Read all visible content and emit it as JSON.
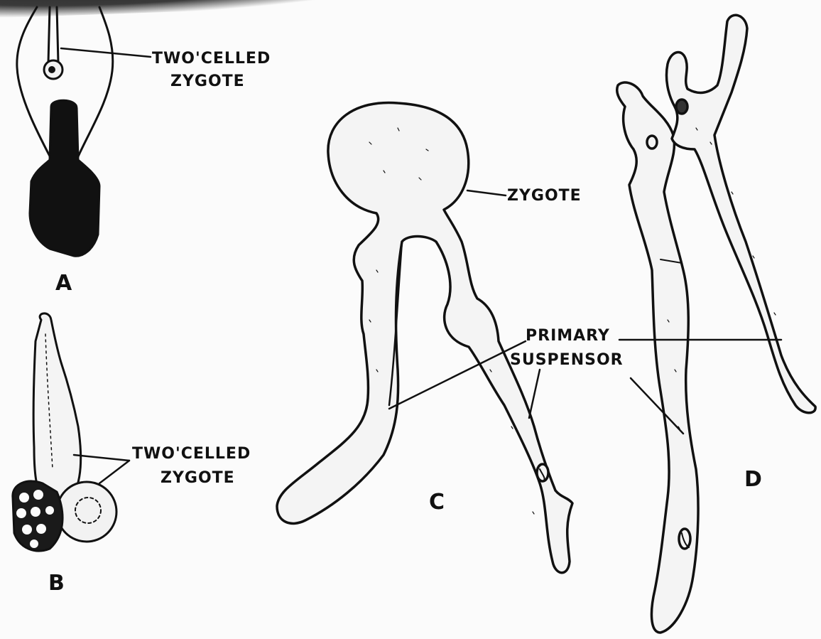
{
  "panels": {
    "a": {
      "letter": "A",
      "label_line1": "TWO'CELLED",
      "label_line2": "ZYGOTE"
    },
    "b": {
      "letter": "B",
      "label_line1": "TWO'CELLED",
      "label_line2": "ZYGOTE"
    },
    "c": {
      "letter": "C",
      "zygote_label": "ZYGOTE",
      "suspensor_line1": "PRIMARY",
      "suspensor_line2": "SUSPENSOR"
    },
    "d": {
      "letter": "D"
    }
  },
  "colors": {
    "ink": "#111111",
    "paper": "#fbfbfb",
    "cell_fill": "#f2f2f2"
  }
}
